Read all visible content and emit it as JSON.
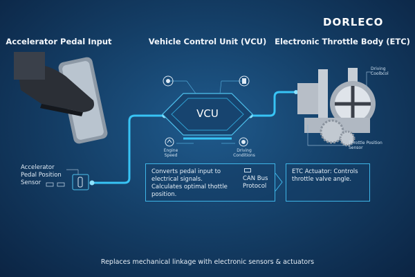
{
  "logo": "DORLECO",
  "sections": {
    "pedal": {
      "title": "Accelerator Pedal Input",
      "sensor_label": "Accelerator Pedal Position Sensor"
    },
    "vcu": {
      "title": "Vehicle Control Unit (VCU)",
      "chip_label": "VCU",
      "inputs": {
        "engine_speed": "Engine Speed",
        "driving_conditions": "Driving Conditions"
      }
    },
    "etc": {
      "title": "Electronic Throttle Body (ETC)",
      "label_top": "Driving Coolbcol",
      "label_bottom": "Throttle Position Sensor"
    }
  },
  "info_boxes": {
    "vcu_desc": "Converts pedal input to electrical signals. Calculates optimal thottle position.",
    "protocol": "CAN Bus Protocol",
    "etc_desc": "ETC Actuator: Controls throttle valve angle."
  },
  "footer": "Replaces mechanical linkage with electronic sensors & actuators",
  "colors": {
    "accent": "#38c4f5",
    "background": "#143e66"
  }
}
